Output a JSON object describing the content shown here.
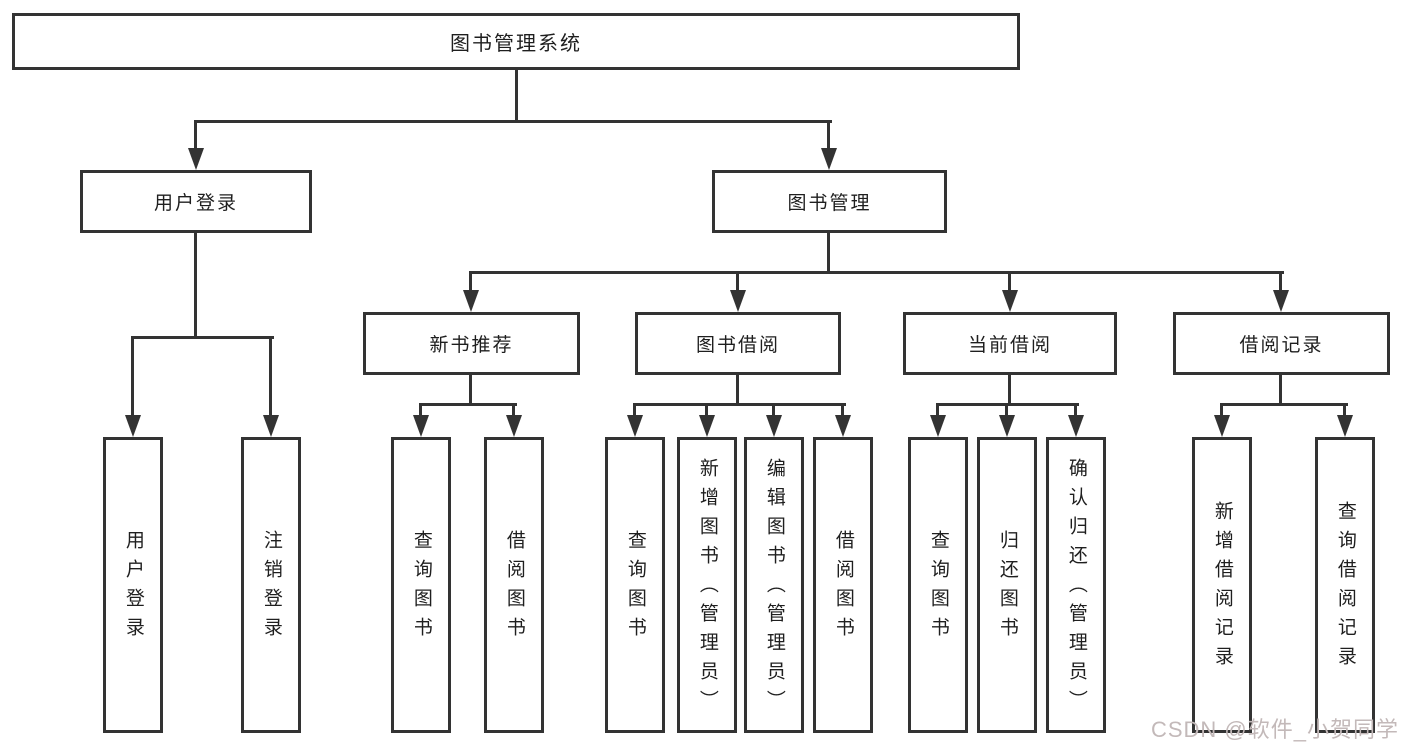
{
  "diagram": {
    "root": {
      "label": "图书管理系统"
    },
    "level2": [
      {
        "label": "用户登录"
      },
      {
        "label": "图书管理"
      }
    ],
    "level3": [
      {
        "label": "新书推荐"
      },
      {
        "label": "图书借阅"
      },
      {
        "label": "当前借阅"
      },
      {
        "label": "借阅记录"
      }
    ],
    "leaves": [
      {
        "label": "用户登录"
      },
      {
        "label": "注销登录"
      },
      {
        "label": "查询图书"
      },
      {
        "label": "借阅图书"
      },
      {
        "label": "查询图书"
      },
      {
        "label": "新增图书（管理员）"
      },
      {
        "label": "编辑图书（管理员）"
      },
      {
        "label": "借阅图书"
      },
      {
        "label": "查询图书"
      },
      {
        "label": "归还图书"
      },
      {
        "label": "确认归还（管理员）"
      },
      {
        "label": "新增借阅记录"
      },
      {
        "label": "查询借阅记录"
      }
    ]
  },
  "watermark": {
    "text": "CSDN @软件_小贺同学"
  },
  "colors": {
    "line": "#333333",
    "box_border": "#333333",
    "text": "#1f1f1f",
    "watermark": "#c3b9b9",
    "background": "#ffffff"
  }
}
